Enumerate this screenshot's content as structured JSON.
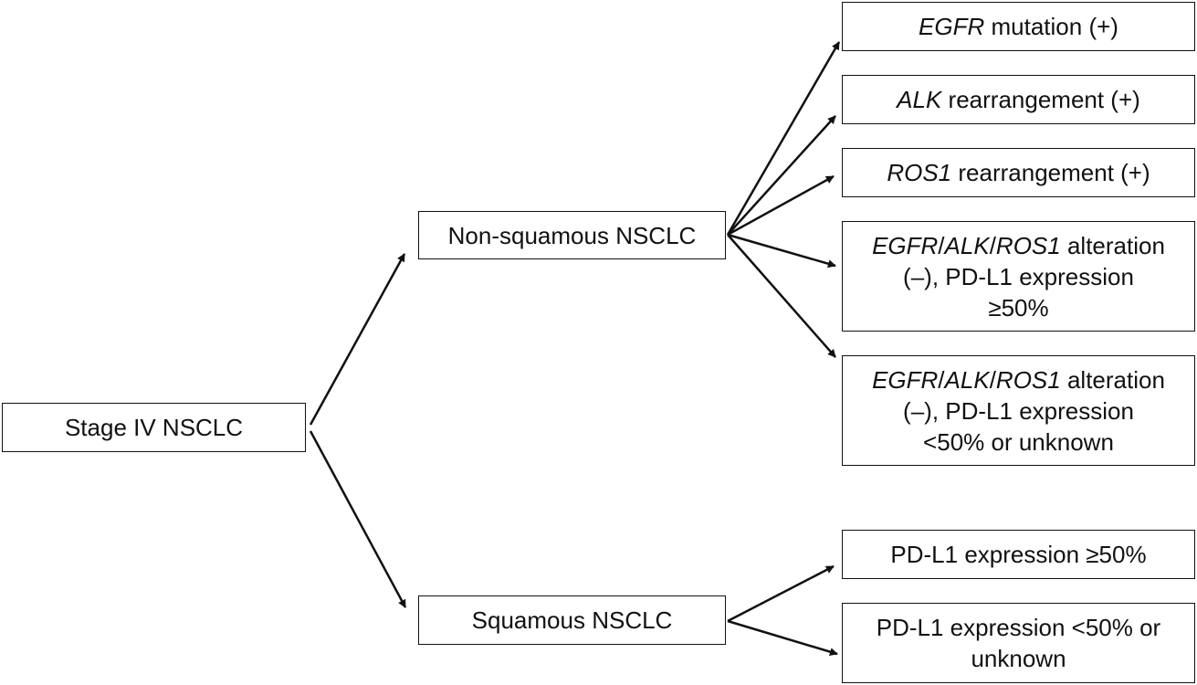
{
  "nodes": {
    "root": {
      "label": "Stage IV NSCLC"
    },
    "nonsquamous": {
      "label": "Non-squamous NSCLC"
    },
    "squamous": {
      "label": "Squamous NSCLC"
    },
    "egfr": {
      "gene": "EGFR",
      "rest": " mutation (+)"
    },
    "alk": {
      "gene": "ALK",
      "rest": " rearrangement (+)"
    },
    "ros1": {
      "gene": "ROS1",
      "rest": " rearrangement (+)"
    },
    "neg_high": {
      "g1": "EGFR",
      "s1": "/",
      "g2": "ALK",
      "s2": "/",
      "g3": "ROS1",
      "line1_rest": " alteration",
      "line2": "(–), PD-L1 expression",
      "line3": "≥50%"
    },
    "neg_low": {
      "g1": "EGFR",
      "s1": "/",
      "g2": "ALK",
      "s2": "/",
      "g3": "ROS1",
      "line1_rest": " alteration",
      "line2": "(–), PD-L1 expression",
      "line3": "<50% or unknown"
    },
    "sq_high": {
      "label": "PD-L1 expression ≥50%"
    },
    "sq_low": {
      "line1": "PD-L1 expression <50% or",
      "line2": "unknown"
    }
  },
  "edges": [
    {
      "from": "root",
      "to": "nonsquamous"
    },
    {
      "from": "root",
      "to": "squamous"
    },
    {
      "from": "nonsquamous",
      "to": "egfr"
    },
    {
      "from": "nonsquamous",
      "to": "alk"
    },
    {
      "from": "nonsquamous",
      "to": "ros1"
    },
    {
      "from": "nonsquamous",
      "to": "neg_high"
    },
    {
      "from": "nonsquamous",
      "to": "neg_low"
    },
    {
      "from": "squamous",
      "to": "sq_high"
    },
    {
      "from": "squamous",
      "to": "sq_low"
    }
  ]
}
